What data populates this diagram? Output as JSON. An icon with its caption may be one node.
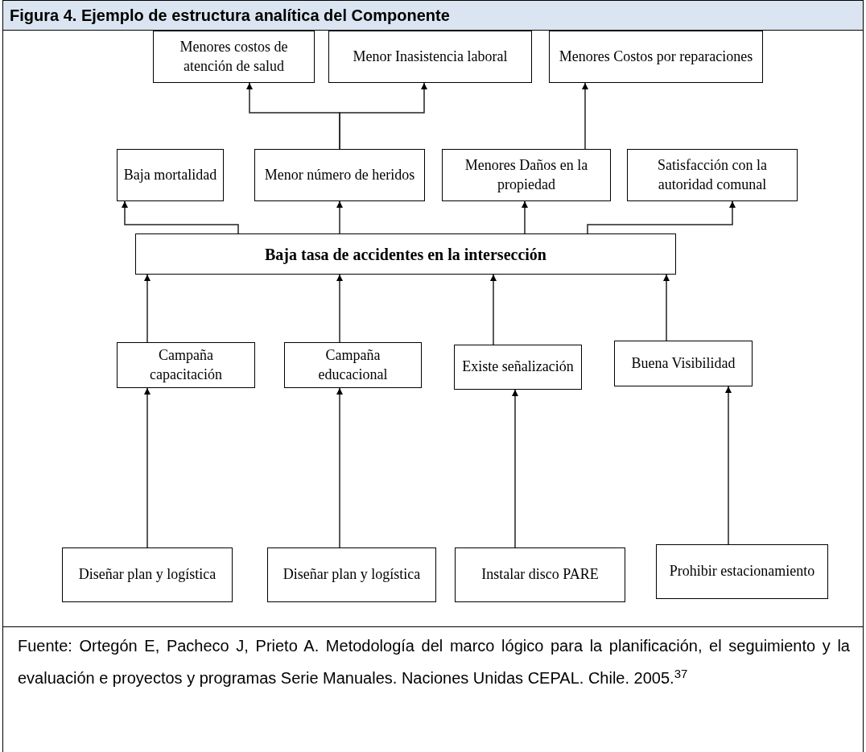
{
  "diagram": {
    "title": "Figura 4. Ejemplo de estructura analítica del Componente",
    "caption": "Fuente: Ortegón E, Pacheco J, Prieto A. Metodología del marco lógico para la planificación, el seguimiento y la evaluación e proyectos y programas Serie Manuales. Naciones Unidas CEPAL.  Chile. 2005.$^{37}$",
    "nodes": [
      {
        "text": [
          "Menores costos de atención de salud"
        ]
      },
      {
        "text": [
          "Menor Inasistencia laboral"
        ]
      },
      {
        "text": [
          "Menores Costos por reparaciones"
        ]
      },
      {
        "text": [
          "Baja mortalidad"
        ]
      },
      {
        "text": [
          "Menor número de heridos"
        ]
      },
      {
        "text": [
          "Menores Daños en la propiedad"
        ]
      },
      {
        "text": [
          "Satisfacción con la autoridad comunal"
        ]
      },
      {
        "text": [
          "Baja tasa de accidentes en la intersección"
        ]
      },
      {
        "text": [
          "Campaña capacitación"
        ]
      },
      {
        "text": [
          "Campaña educacional"
        ]
      },
      {
        "text": [
          "Existe señalización"
        ]
      },
      {
        "text": [
          "Buena Visibilidad"
        ]
      },
      {
        "text": [
          "Diseñar plan y logística"
        ]
      },
      {
        "text": [
          "Diseñar plan y logística"
        ]
      },
      {
        "text": [
          "Instalar disco PARE"
        ]
      },
      {
        "text": [
          "Prohibir estacionamiento"
        ]
      }
    ],
    "edges": [
      {
        "from": 4,
        "to": 0,
        "arrow": "to"
      },
      {
        "from": 4,
        "to": 1,
        "arrow": "to"
      },
      {
        "from": 5,
        "to": 2,
        "arrow": "to"
      },
      {
        "from": 7,
        "to": 3,
        "arrow": "to"
      },
      {
        "from": 7,
        "to": 4,
        "arrow": "to"
      },
      {
        "from": 7,
        "to": 5,
        "arrow": "to"
      },
      {
        "from": 7,
        "to": 6,
        "arrow": "to"
      },
      {
        "from": 8,
        "to": 7,
        "arrow": "to"
      },
      {
        "from": 9,
        "to": 7,
        "arrow": "to"
      },
      {
        "from": 10,
        "to": 7,
        "arrow": "to"
      },
      {
        "from": 11,
        "to": 7,
        "arrow": "to"
      },
      {
        "from": 12,
        "to": 8,
        "arrow": "to"
      },
      {
        "from": 13,
        "to": 9,
        "arrow": "to"
      },
      {
        "from": 14,
        "to": 10,
        "arrow": "to"
      },
      {
        "from": 15,
        "to": 11,
        "arrow": "to"
      }
    ]
  }
}
